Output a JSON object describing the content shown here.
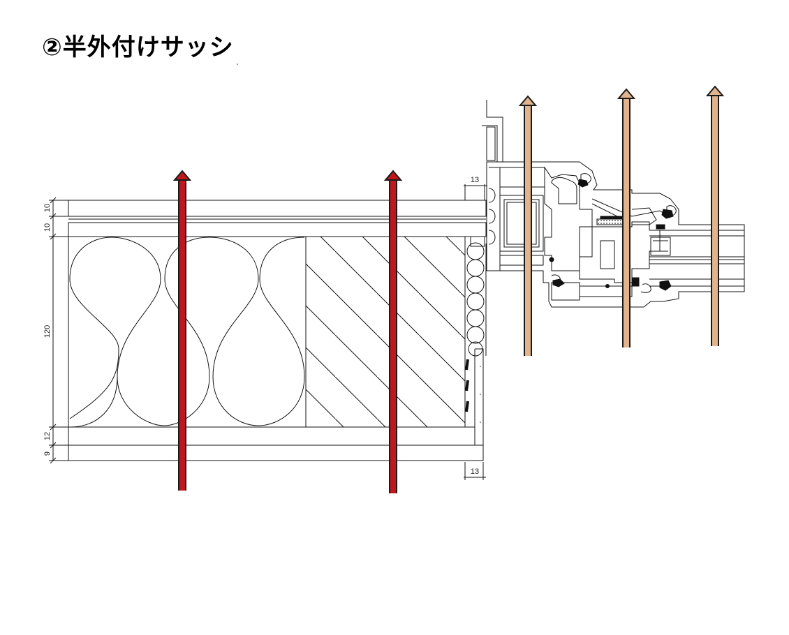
{
  "title": "②半外付けサッシ",
  "dimensions": {
    "left_1": "10",
    "left_2": "10",
    "left_3": "120",
    "left_4": "12",
    "left_5": "9",
    "top_right": "13",
    "bottom_right": "13"
  },
  "arrows": {
    "wall_color": "#c0161e",
    "window_color": "#e2b48e",
    "direction": "up"
  }
}
